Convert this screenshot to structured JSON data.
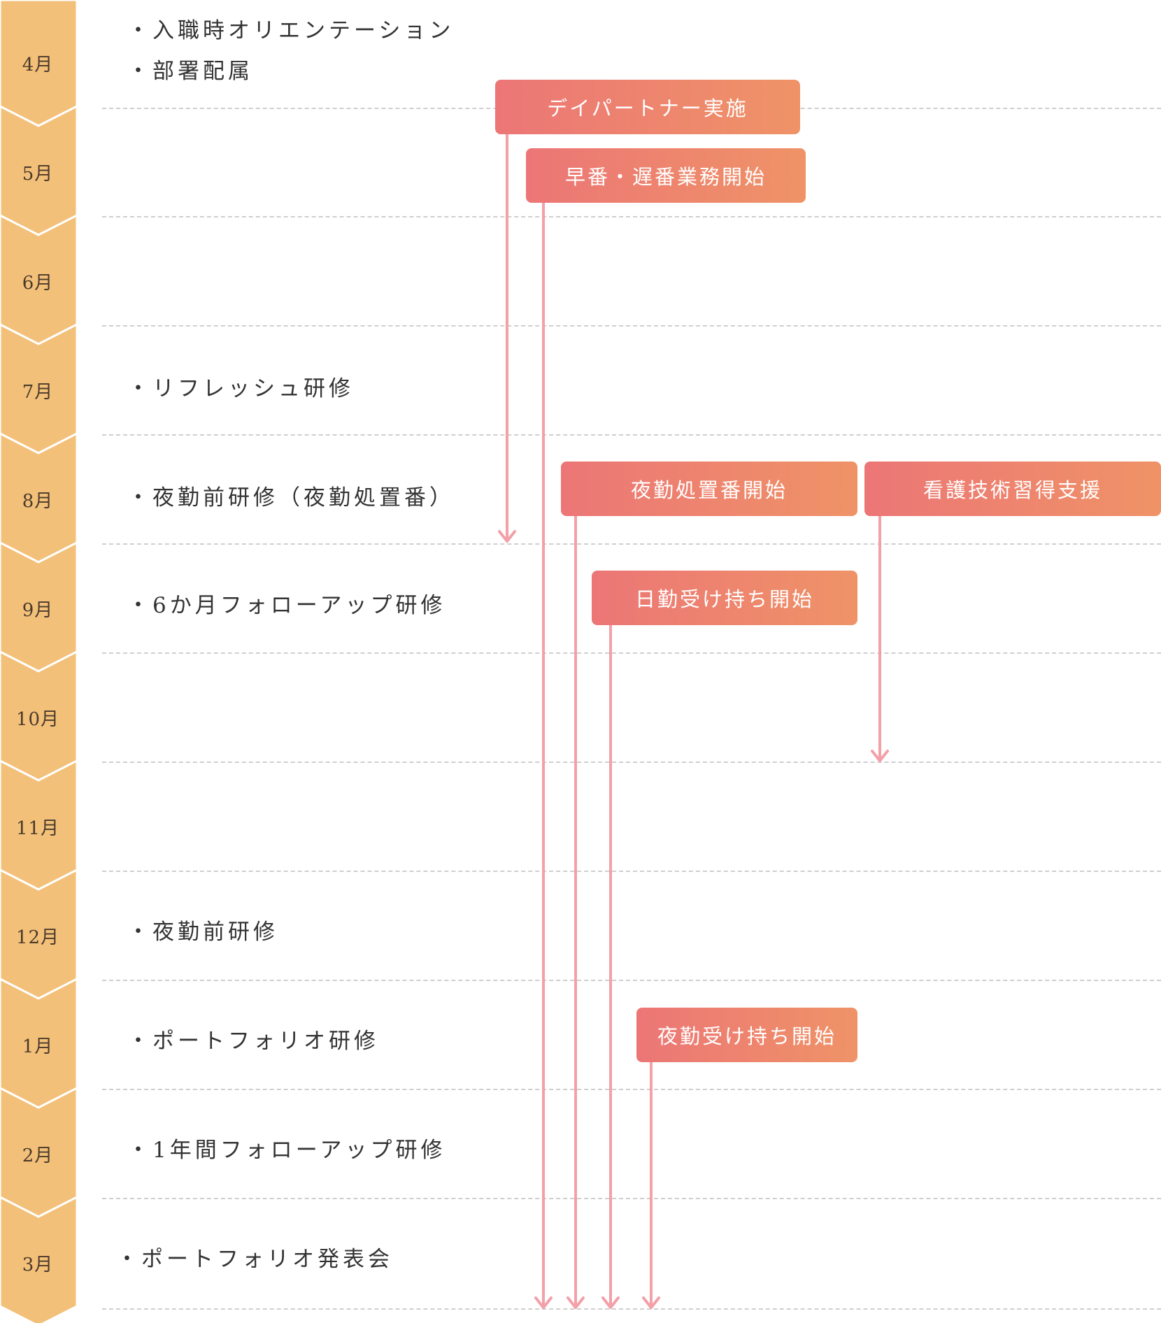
{
  "colors": {
    "timeline": "#f3c07a",
    "arrow": "#f3a0a8",
    "task_start": "#ec7676",
    "task_end": "#ef9367",
    "divider": "#cfcfcf"
  },
  "months": [
    {
      "label": "4月",
      "events": [
        "・入職時オリエンテーション",
        "・部署配属"
      ]
    },
    {
      "label": "5月",
      "events": []
    },
    {
      "label": "6月",
      "events": []
    },
    {
      "label": "7月",
      "events": [
        "・リフレッシュ研修"
      ]
    },
    {
      "label": "8月",
      "events": [
        "・夜勤前研修（夜勤処置番）"
      ]
    },
    {
      "label": "9月",
      "events": [
        "・6か月フォローアップ研修"
      ]
    },
    {
      "label": "10月",
      "events": []
    },
    {
      "label": "11月",
      "events": []
    },
    {
      "label": "12月",
      "events": [
        "・夜勤前研修"
      ]
    },
    {
      "label": "1月",
      "events": [
        "・ポートフォリオ研修"
      ]
    },
    {
      "label": "2月",
      "events": [
        "・1年間フォローアップ研修"
      ]
    },
    {
      "label": "3月",
      "events": [
        "・ポートフォリオ発表会"
      ]
    }
  ],
  "tasks": [
    {
      "label": "デイパートナー実施",
      "start_month": "4月",
      "end_month": "8月"
    },
    {
      "label": "早番・遅番業務開始",
      "start_month": "5月",
      "end_month": "3月"
    },
    {
      "label": "夜勤処置番開始",
      "start_month": "8月",
      "end_month": "3月"
    },
    {
      "label": "看護技術習得支援",
      "start_month": "8月",
      "end_month": "10月"
    },
    {
      "label": "日勤受け持ち開始",
      "start_month": "9月",
      "end_month": "3月"
    },
    {
      "label": "夜勤受け持ち開始",
      "start_month": "1月",
      "end_month": "3月"
    }
  ]
}
